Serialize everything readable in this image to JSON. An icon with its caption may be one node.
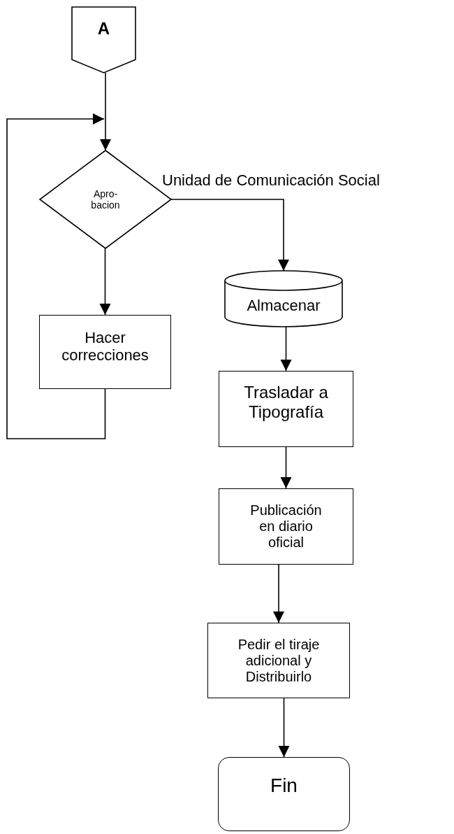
{
  "diagram": {
    "nodes": [
      {
        "text": [
          "A"
        ]
      },
      {
        "text": [
          "Apro- bacion"
        ]
      },
      {
        "text": [
          "Hacer correcciones"
        ]
      },
      {
        "text": [
          "Almacenar"
        ]
      },
      {
        "text": [
          "Trasladar a Tipografía"
        ]
      },
      {
        "text": [
          "Publicación en diario oficial"
        ]
      },
      {
        "text": [
          "Pedir el tiraje adicional y Distribuirlo"
        ]
      },
      {
        "text": [
          "Fin"
        ]
      }
    ],
    "edges": [
      {
        "from": 0,
        "to": 1,
        "arrow": "to"
      },
      {
        "from": 1,
        "to": 3,
        "arrow": "to"
      },
      {
        "from": 1,
        "to": 2,
        "arrow": "to"
      },
      {
        "from": 2,
        "to": 1,
        "arrow": "to"
      },
      {
        "from": 3,
        "to": 4,
        "arrow": "to"
      },
      {
        "from": 4,
        "to": 5,
        "arrow": "to"
      },
      {
        "from": 5,
        "to": 6,
        "arrow": "to"
      },
      {
        "from": 6,
        "to": 7,
        "arrow": "to"
      }
    ],
    "labels": [
      "Unidad de Comunicación Social"
    ]
  }
}
